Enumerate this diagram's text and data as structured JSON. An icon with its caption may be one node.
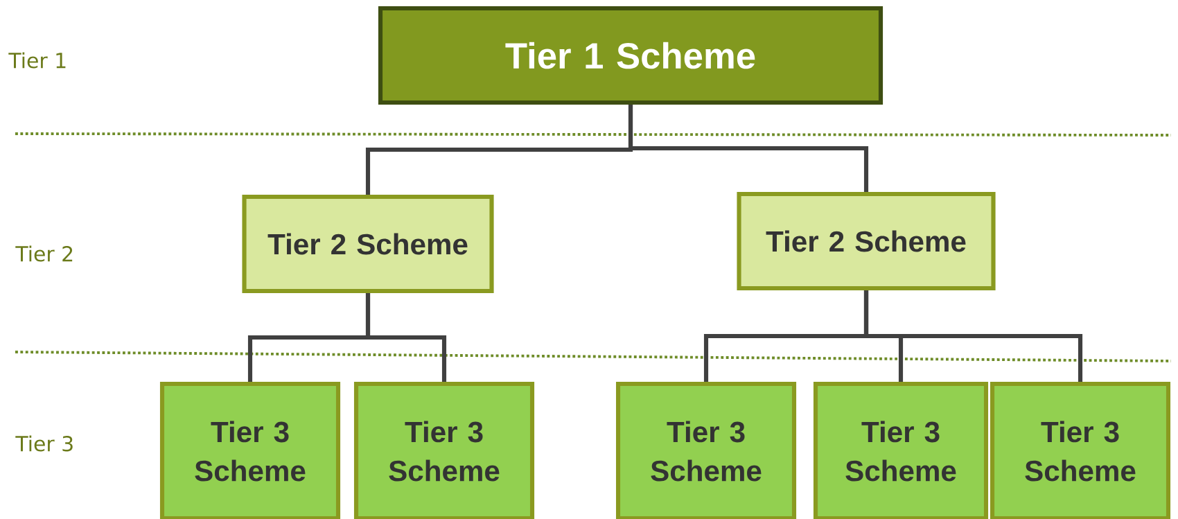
{
  "diagram": {
    "nodes": [
      {
        "text": [
          "Tier 1 Scheme"
        ]
      },
      {
        "text": [
          "Tier 2 Scheme"
        ]
      },
      {
        "text": [
          "Tier 2 Scheme"
        ]
      },
      {
        "text": [
          "Tier 3 Scheme"
        ]
      },
      {
        "text": [
          "Tier 3 Scheme"
        ]
      },
      {
        "text": [
          "Tier 3 Scheme"
        ]
      },
      {
        "text": [
          "Tier 3 Scheme"
        ]
      },
      {
        "text": [
          "Tier 3 Scheme"
        ]
      }
    ],
    "edges": [
      {
        "from": 0,
        "to": 1,
        "arrow": "none"
      },
      {
        "from": 0,
        "to": 2,
        "arrow": "none"
      },
      {
        "from": 1,
        "to": 3,
        "arrow": "none"
      },
      {
        "from": 1,
        "to": 4,
        "arrow": "none"
      },
      {
        "from": 2,
        "to": 5,
        "arrow": "none"
      },
      {
        "from": 2,
        "to": 6,
        "arrow": "none"
      },
      {
        "from": 2,
        "to": 7,
        "arrow": "none"
      }
    ],
    "labels": [
      "Tier 1",
      "Tier 2",
      "Tier 3"
    ]
  }
}
